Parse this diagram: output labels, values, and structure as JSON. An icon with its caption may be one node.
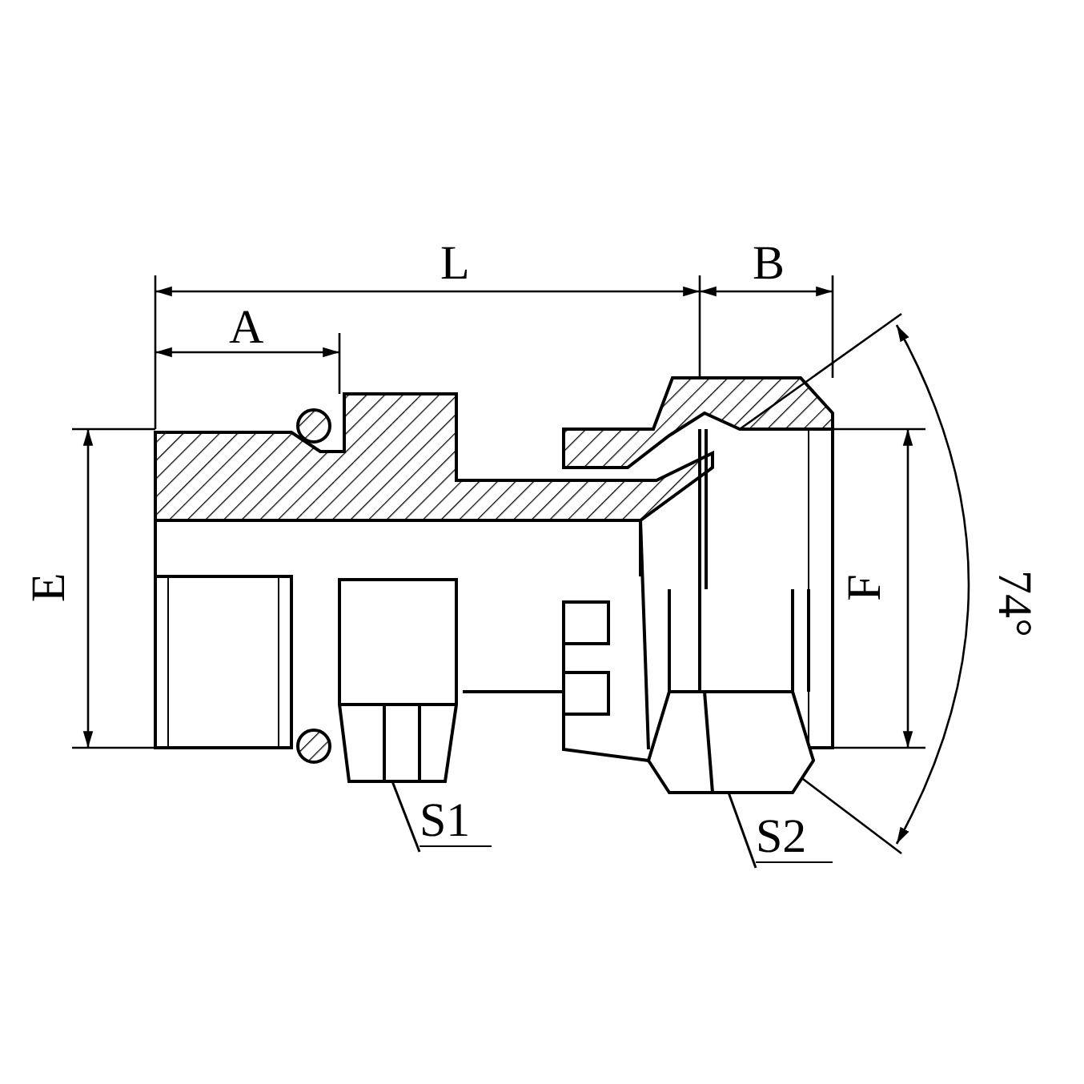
{
  "diagram": {
    "nodes": [
      {
        "text": [],
        "shape": "picture"
      },
      {
        "text": [],
        "shape": "picture"
      },
      {
        "text": [
          "S1"
        ]
      },
      {
        "text": [
          "S2"
        ]
      }
    ],
    "edges": [
      {
        "from": 2,
        "to": 0,
        "arrow": "none"
      },
      {
        "from": 3,
        "to": 1,
        "arrow": "none"
      }
    ],
    "labels": [
      "L",
      "B",
      "A",
      "74°",
      "E",
      "F"
    ]
  }
}
